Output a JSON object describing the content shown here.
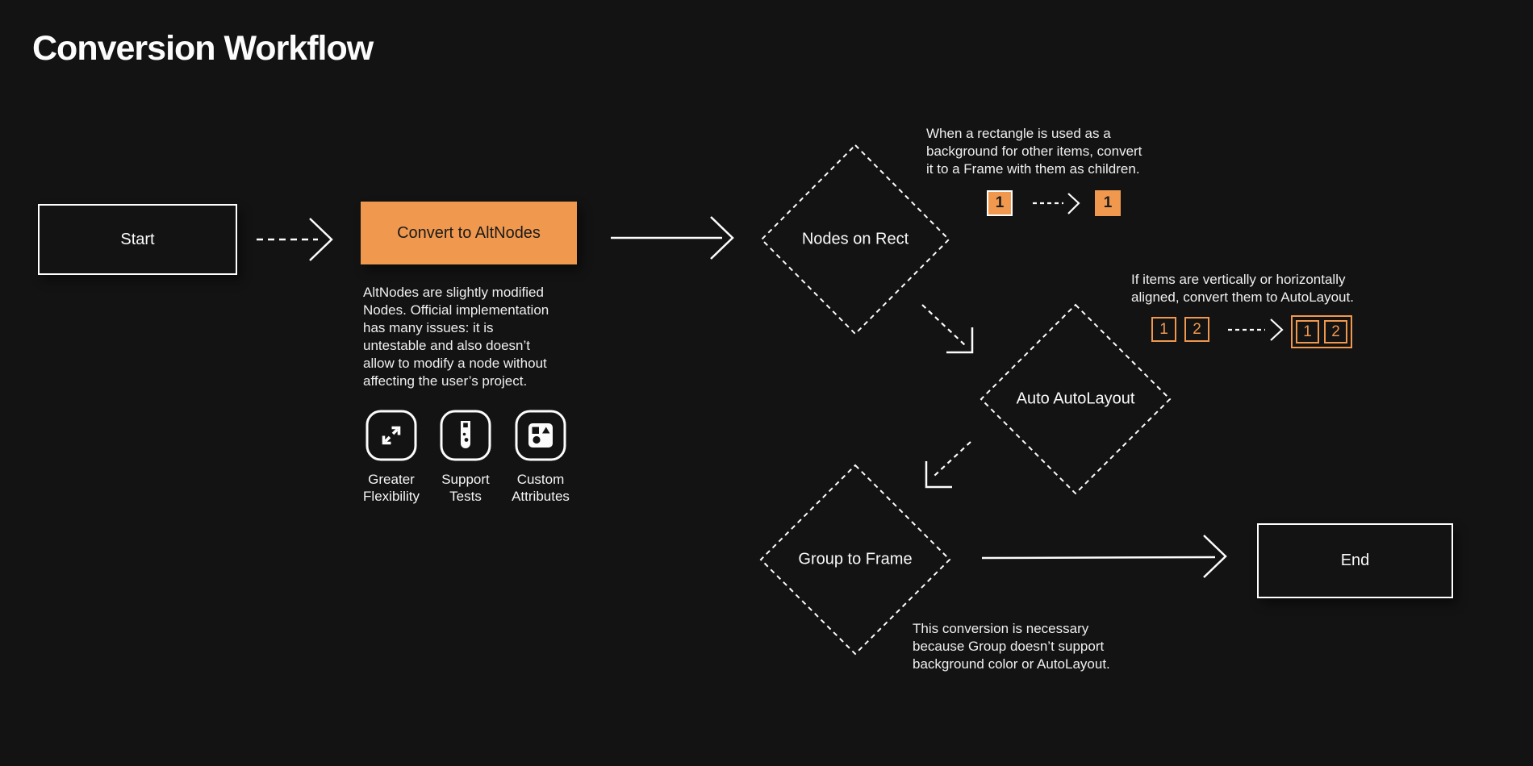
{
  "page": {
    "title": "Conversion Workflow"
  },
  "colors": {
    "background": "#131313",
    "accent_orange": "#F0984E",
    "stroke_white": "#FCFCFC",
    "dark_text": "#1B1B1B"
  },
  "nodes": {
    "start": {
      "label": "Start"
    },
    "convert": {
      "label": "Convert to AltNodes"
    },
    "nodes_on_rect": {
      "label": "Nodes on Rect"
    },
    "auto_autolayout": {
      "label": "Auto AutoLayout"
    },
    "group_to_frame": {
      "label": "Group to Frame"
    },
    "end": {
      "label": "End"
    }
  },
  "altnodes_note": {
    "lines": [
      "AltNodes are slightly modified",
      "Nodes. Official implementation",
      "has many issues: it is",
      "untestable and also doesn’t",
      "allow to modify a node without",
      "affecting the user’s project."
    ]
  },
  "features": [
    {
      "icon": "expand-icon",
      "label_lines": [
        "Greater",
        "Flexibility"
      ]
    },
    {
      "icon": "test-tube-icon",
      "label_lines": [
        "Support",
        "Tests"
      ]
    },
    {
      "icon": "shapes-icon",
      "label_lines": [
        "Custom",
        "Attributes"
      ]
    }
  ],
  "annotations": {
    "rect_to_frame": {
      "lines": [
        "When a rectangle is used as a",
        "background for other items, convert",
        "it to a Frame with them as children."
      ],
      "badge_before": "1",
      "badge_after": "1"
    },
    "autolayout": {
      "lines": [
        "If items are vertically or horizontally",
        "aligned, convert them to AutoLayout."
      ],
      "badges_before": [
        "1",
        "2"
      ],
      "badges_after": [
        "1",
        "2"
      ]
    },
    "group_frame": {
      "lines": [
        "This conversion is necessary",
        "because Group doesn’t support",
        "background color or AutoLayout."
      ]
    }
  }
}
